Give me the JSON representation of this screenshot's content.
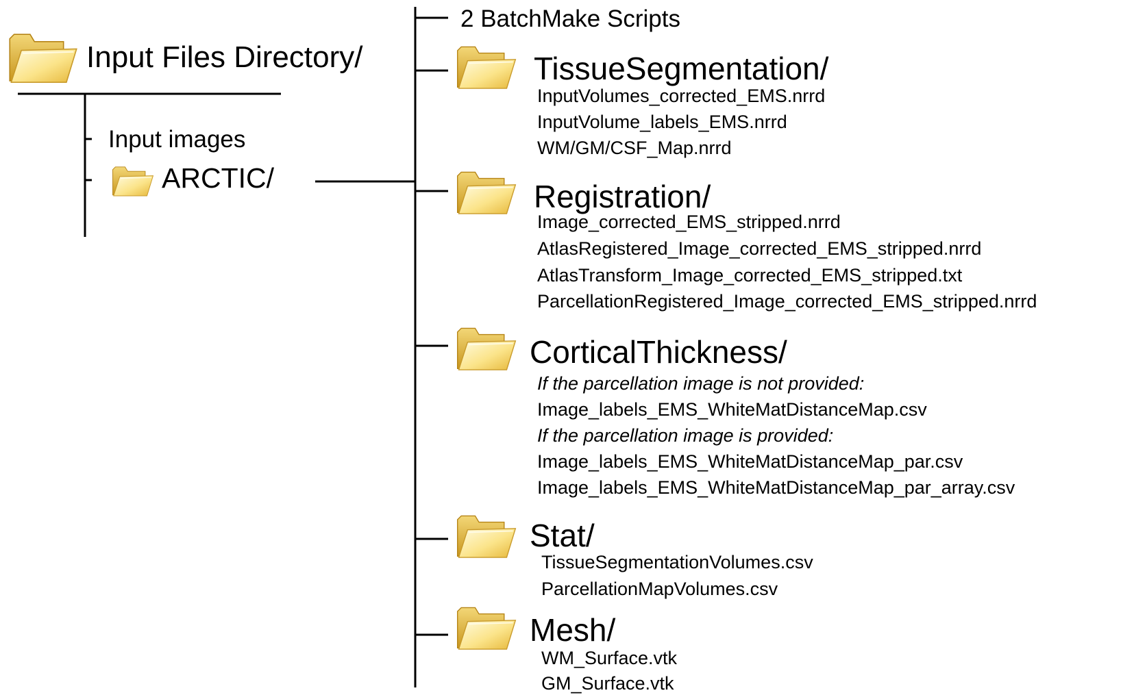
{
  "root": {
    "title": "Input Files Directory/",
    "icon": "folder-icon"
  },
  "root_children": {
    "input_images": "Input images",
    "arctic": "ARCTIC/"
  },
  "batchmake": "2 BatchMake Scripts",
  "folders": [
    {
      "name": "TissueSegmentation/",
      "files": [
        {
          "text": "InputVolumes_corrected_EMS.nrrd",
          "italic": false
        },
        {
          "text": "InputVolume_labels_EMS.nrrd",
          "italic": false
        },
        {
          "text": "WM/GM/CSF_Map.nrrd",
          "italic": false
        }
      ]
    },
    {
      "name": "Registration/",
      "files": [
        {
          "text": "Image_corrected_EMS_stripped.nrrd",
          "italic": false
        },
        {
          "text": "AtlasRegistered_Image_corrected_EMS_stripped.nrrd",
          "italic": false
        },
        {
          "text": "AtlasTransform_Image_corrected_EMS_stripped.txt",
          "italic": false
        },
        {
          "text": "ParcellationRegistered_Image_corrected_EMS_stripped.nrrd",
          "italic": false
        }
      ]
    },
    {
      "name": "CorticalThickness/",
      "files": [
        {
          "text": "If the parcellation image is not provided:",
          "italic": true
        },
        {
          "text": "Image_labels_EMS_WhiteMatDistanceMap.csv",
          "italic": false
        },
        {
          "text": "If the parcellation image is provided:",
          "italic": true
        },
        {
          "text": "Image_labels_EMS_WhiteMatDistanceMap_par.csv",
          "italic": false
        },
        {
          "text": "Image_labels_EMS_WhiteMatDistanceMap_par_array.csv",
          "italic": false
        }
      ]
    },
    {
      "name": "Stat/",
      "files": [
        {
          "text": "TissueSegmentationVolumes.csv",
          "italic": false
        },
        {
          "text": "ParcellationMapVolumes.csv",
          "italic": false
        }
      ]
    },
    {
      "name": "Mesh/",
      "files": [
        {
          "text": "WM_Surface.vtk",
          "italic": false
        },
        {
          "text": "GM_Surface.vtk",
          "italic": false
        }
      ]
    }
  ],
  "colors": {
    "line": "#000000",
    "folder_light": "#fff3b0",
    "folder_mid": "#f7d25c",
    "folder_dark": "#c9971f"
  }
}
